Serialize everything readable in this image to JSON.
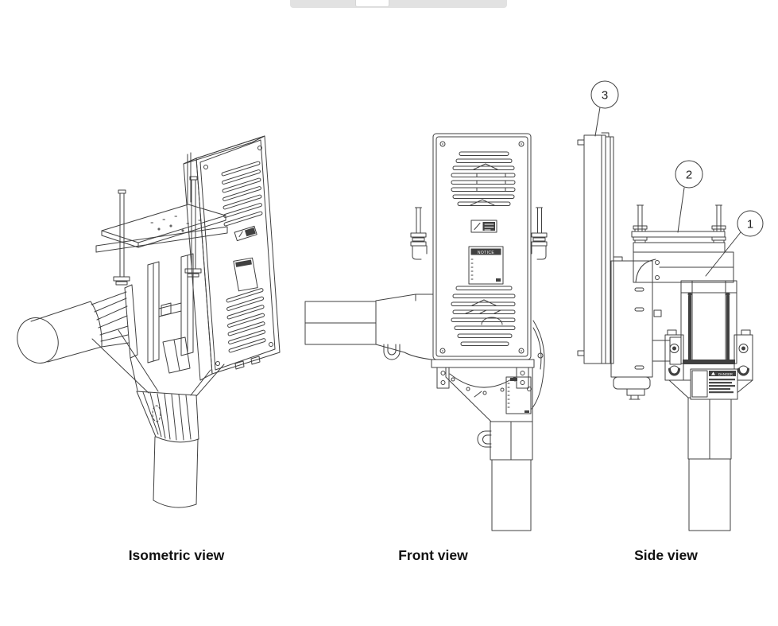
{
  "window": {
    "background": "#ffffff"
  },
  "toolbar_fragment": {
    "bar_color": "#e2e2e2",
    "button_color": "#ffffff"
  },
  "figure": {
    "line_color": "#404040",
    "views": [
      {
        "id": "isometric",
        "label": "Isometric view"
      },
      {
        "id": "front",
        "label": "Front view"
      },
      {
        "id": "side",
        "label": "Side view"
      }
    ],
    "callouts": [
      {
        "number": "1"
      },
      {
        "number": "2"
      },
      {
        "number": "3"
      }
    ],
    "stickers": {
      "notice_title": "NOTICE",
      "danger_title": "DANGER"
    }
  }
}
